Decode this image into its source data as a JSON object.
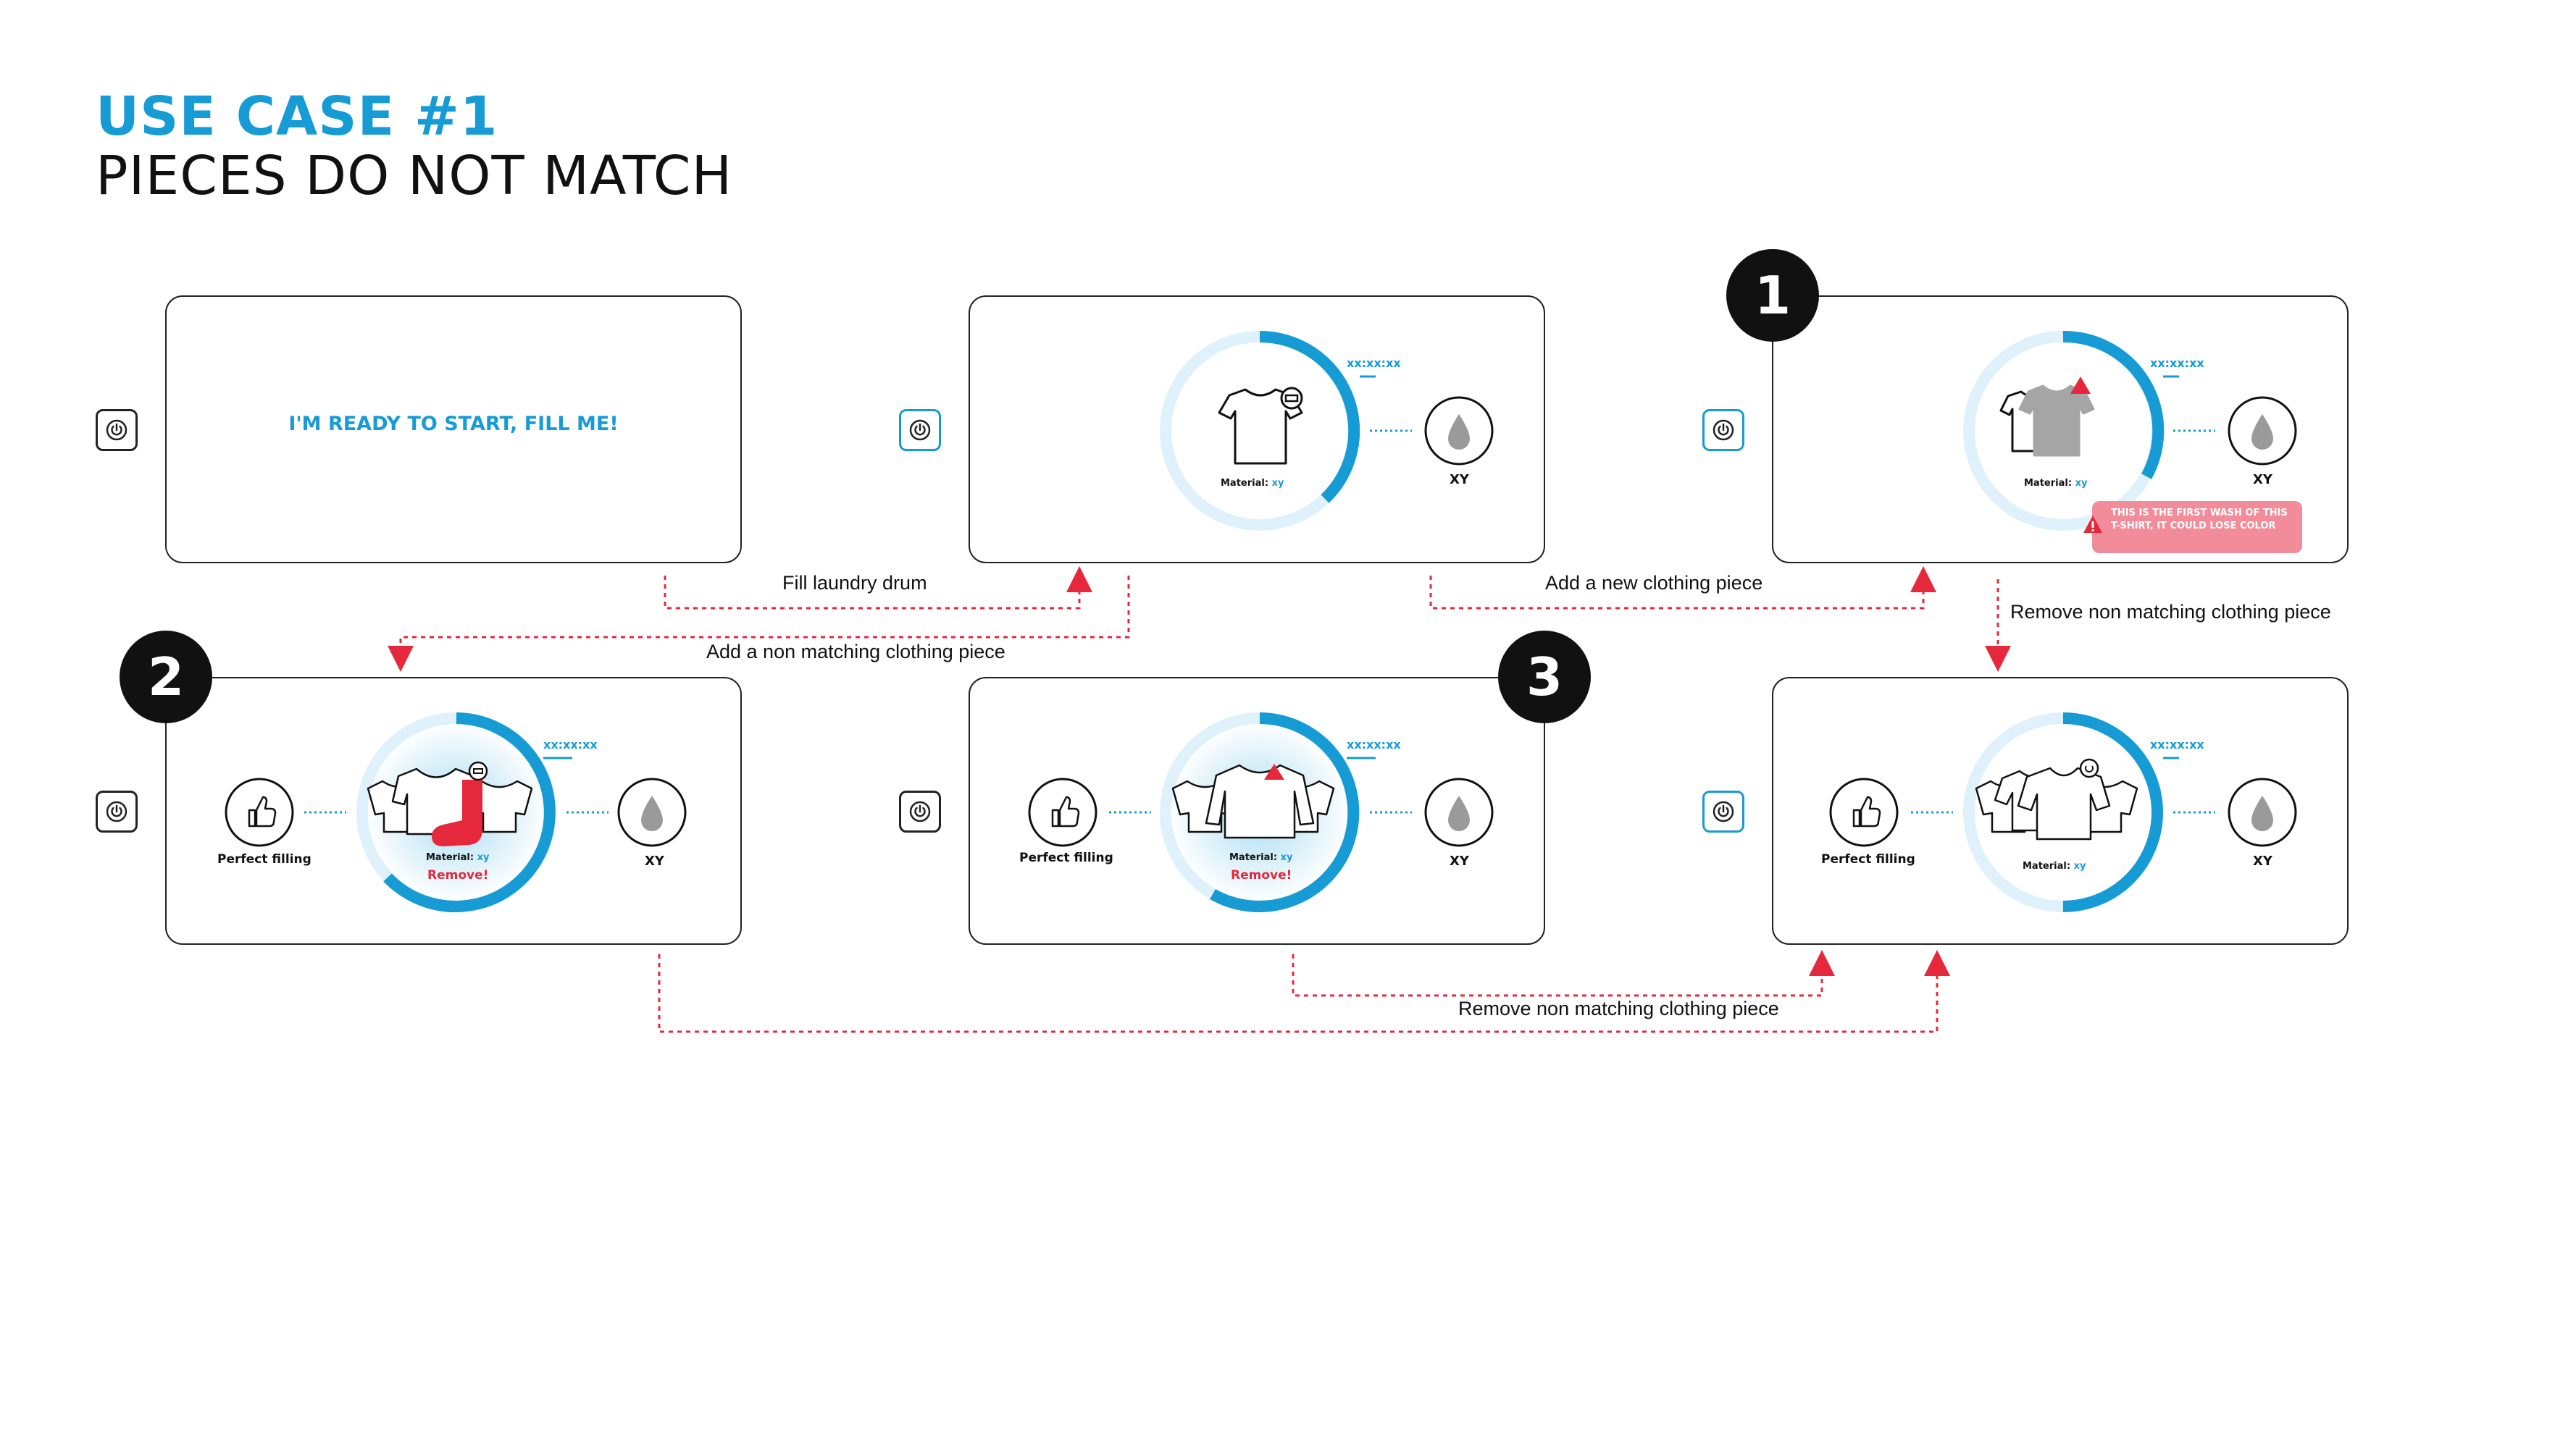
{
  "header": {
    "title_line1": "USE CASE #1",
    "title_line2": "PIECES DO NOT MATCH"
  },
  "panels": {
    "p1": {
      "message": "I'M READY TO START, FILL ME!"
    },
    "p2": {
      "material_label": "Material:",
      "material_value": "xy",
      "time": "xx:xx:xx",
      "water_label": "XY"
    },
    "p3": {
      "material_label": "Material:",
      "material_value": "xy",
      "time": "xx:xx:xx",
      "water_label": "XY",
      "warning": "THIS IS THE FIRST WASH OF THIS T-SHIRT, IT COULD LOSE COLOR"
    },
    "p4": {
      "feedback": "Perfect filling",
      "material_label": "Material:",
      "material_value": "xy",
      "remove": "Remove!",
      "time": "xx:xx:xx",
      "water_label": "XY"
    },
    "p5": {
      "feedback": "Perfect filling",
      "material_label": "Material:",
      "material_value": "xy",
      "remove": "Remove!",
      "time": "xx:xx:xx",
      "water_label": "XY"
    },
    "p6": {
      "feedback": "Perfect filling",
      "material_label": "Material:",
      "material_value": "xy",
      "time": "xx:xx:xx",
      "water_label": "XY"
    }
  },
  "badges": [
    "1",
    "2",
    "3"
  ],
  "transitions": {
    "fill": "Fill laundry drum",
    "add_new": "Add a new clothing piece",
    "remove_a": "Remove non matching clothing piece",
    "add_non_matching": "Add a non matching clothing piece",
    "remove_b": "Remove non matching clothing piece"
  },
  "colors": {
    "accent": "#169bd5",
    "alert": "#e5283c",
    "ring_track": "#dff1fa",
    "warning_bg": "#f28b9a"
  },
  "icons": [
    "power-icon",
    "tshirt-icon",
    "water-drop-icon",
    "thumbs-up-icon",
    "alert-icon",
    "sock-icon"
  ]
}
